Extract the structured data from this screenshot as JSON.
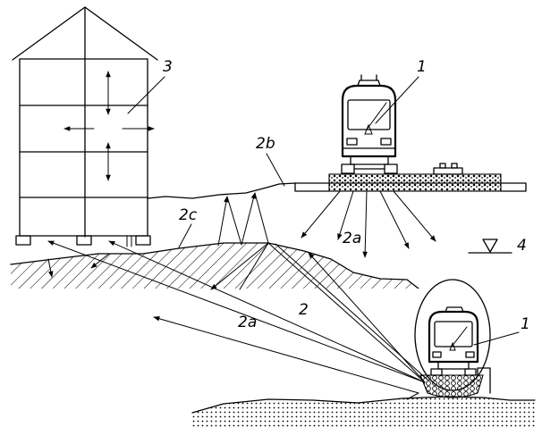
{
  "labels": {
    "building": "3",
    "train_top": "1",
    "train_tunnel": "1",
    "path_2b": "2b",
    "path_2c": "2c",
    "path_2a_right": "2a",
    "path_2a_left": "2a",
    "ground": "2",
    "groundwater": "4"
  }
}
